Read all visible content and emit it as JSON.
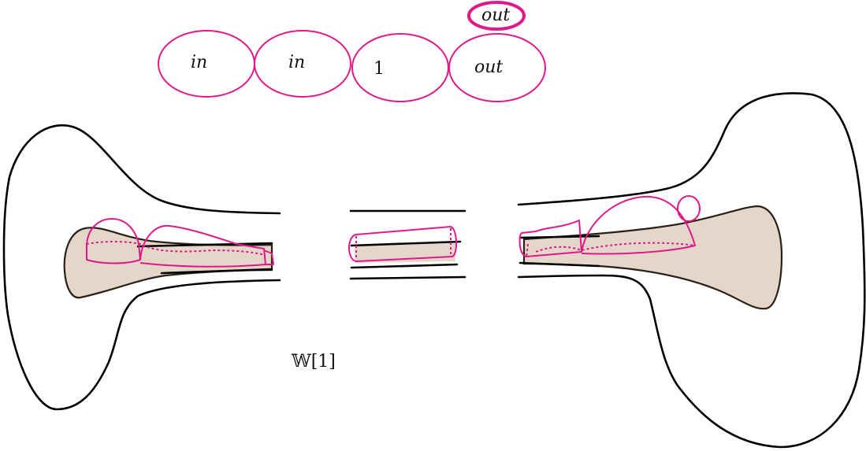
{
  "bubbles": [
    {
      "label": "in",
      "style": "italic"
    },
    {
      "label": "in",
      "style": "italic"
    },
    {
      "label": "1",
      "style": "upright"
    },
    {
      "label": "out",
      "style": "italic"
    },
    {
      "label": "out",
      "style": "italic",
      "thick": true
    }
  ],
  "main_label": "𝕎[1]",
  "colors": {
    "outline": "#000000",
    "magenta": "#e0198a",
    "tan": "#e4d6c8"
  }
}
